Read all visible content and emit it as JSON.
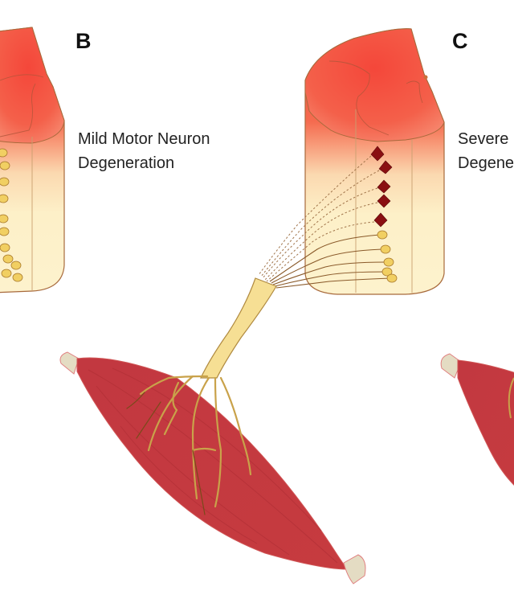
{
  "figure": {
    "panels": [
      {
        "letter": "B",
        "caption_line1": "Mild Motor Neuron",
        "caption_line2": "Degeneration",
        "healthy_neurons": 11,
        "degenerated_neurons": 0
      },
      {
        "letter": "C",
        "caption_line1": "Severe Motor Neuron",
        "caption_line2": "Degeneration",
        "healthy_neurons": 5,
        "degenerated_neurons": 5
      }
    ],
    "colors": {
      "spinal_top": "#f4533f",
      "spinal_body": "#fdf0c6",
      "neuron_healthy": "#f1cf62",
      "neuron_degenerated": "#8a0f12",
      "nerve": "#f6df94",
      "muscle": "#c43a3f",
      "tendon": "#e4dcc3",
      "outline": "#a86a3c"
    }
  }
}
